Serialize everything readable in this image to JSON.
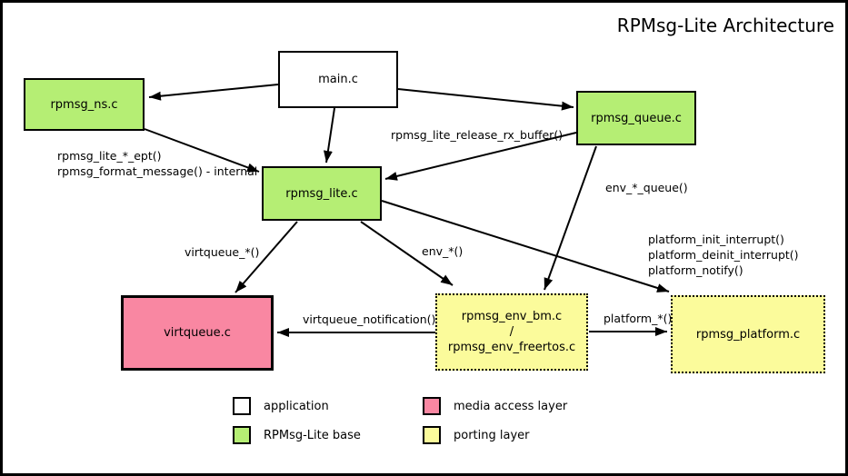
{
  "title": "RPMsg-Lite Architecture",
  "nodes": {
    "main": {
      "label": "main.c"
    },
    "rpmsg_ns": {
      "label": "rpmsg_ns.c"
    },
    "rpmsg_queue": {
      "label": "rpmsg_queue.c"
    },
    "rpmsg_lite": {
      "label": "rpmsg_lite.c"
    },
    "virtqueue": {
      "label": "virtqueue.c"
    },
    "env": {
      "lines": [
        "rpmsg_env_bm.c",
        "/",
        "rpmsg_env_freertos.c"
      ]
    },
    "platform": {
      "label": "rpmsg_platform.c"
    }
  },
  "edge_labels": {
    "ept": [
      "rpmsg_lite_*_ept()",
      "rpmsg_format_message() - internal"
    ],
    "release_rx": "rpmsg_lite_release_rx_buffer()",
    "env_queue": "env_*_queue()",
    "platform_fns": [
      "platform_init_interrupt()",
      "platform_deinit_interrupt()",
      "platform_notify()"
    ],
    "virtqueue_star": "virtqueue_*()",
    "env_star": "env_*()",
    "virtqueue_notification": "virtqueue_notification()",
    "platform_star": "platform_*()"
  },
  "legend": [
    {
      "label": "application",
      "color": "#ffffff"
    },
    {
      "label": "RPMsg-Lite base",
      "color": "#b5ee74"
    },
    {
      "label": "media access layer",
      "color": "#f987a2"
    },
    {
      "label": "porting layer",
      "color": "#fbfb9b"
    }
  ],
  "colors": {
    "application": "#ffffff",
    "rpmsg_lite_base": "#b5ee74",
    "media_access_layer": "#f987a2",
    "porting_layer": "#fbfb9b",
    "stroke": "#000000",
    "background": "#ffffff"
  }
}
